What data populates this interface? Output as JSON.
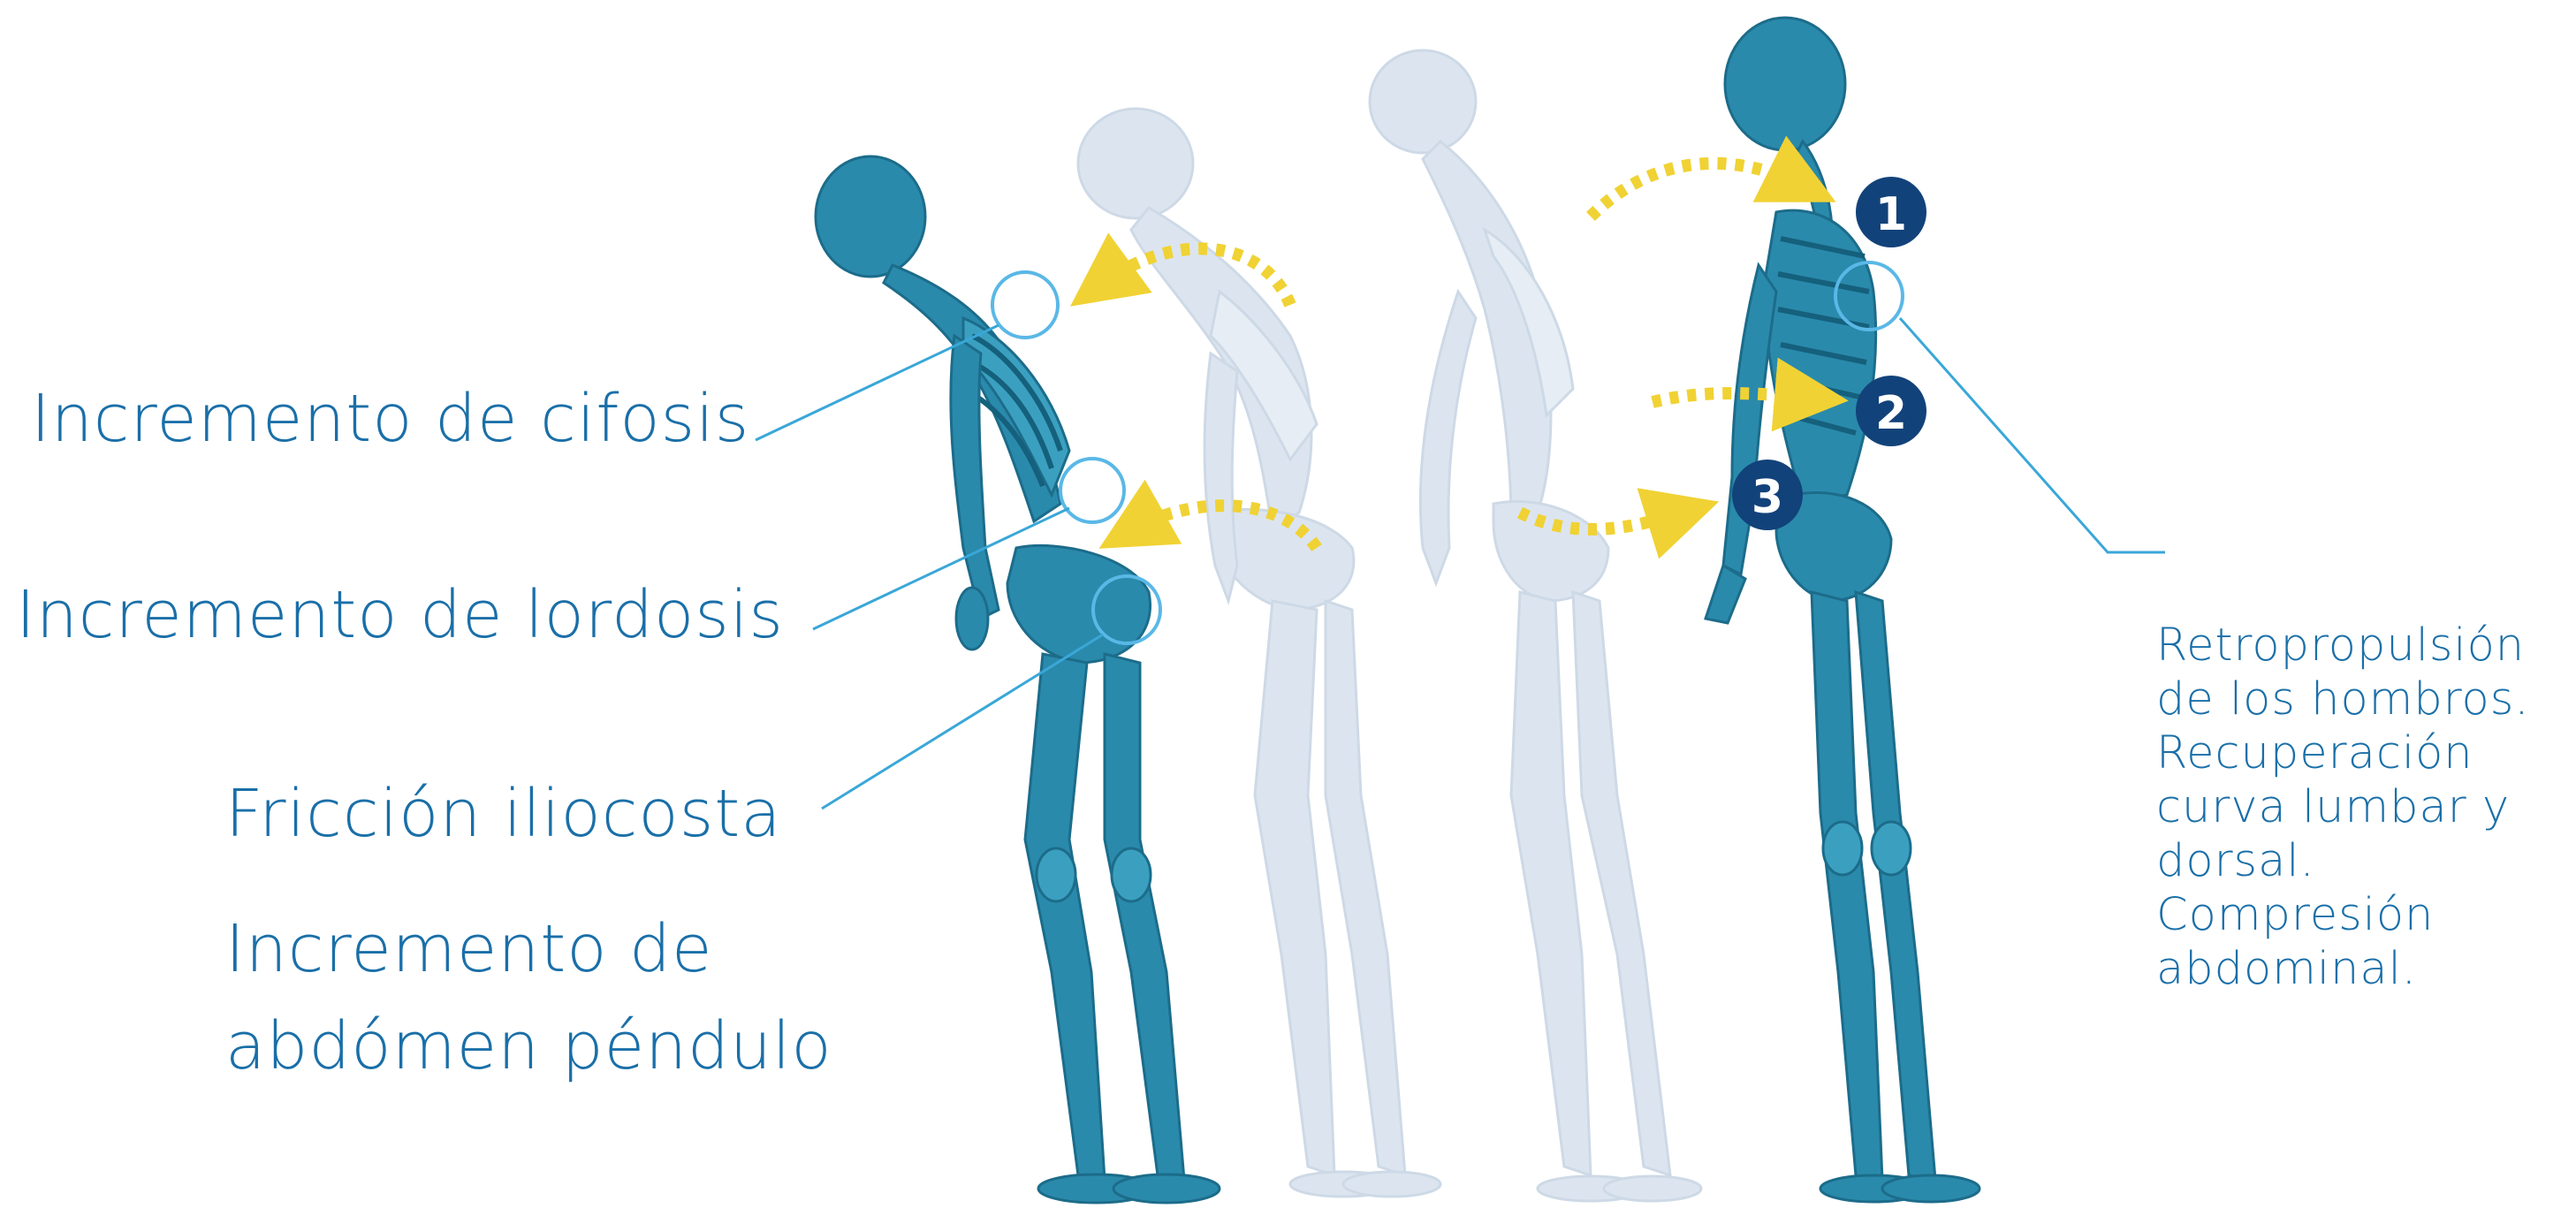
{
  "labels": {
    "cifosis": "Incremento de cifosis",
    "lordosis": "Incremento de lordosis",
    "friccion": "Fricción iliocosta",
    "abdomen_line1": "Incremento de",
    "abdomen_line2": "abdómen péndulo"
  },
  "right_text": [
    "Retropropulsión",
    "de los hombros.",
    "Recuperación",
    "curva lumbar y",
    "dorsal.",
    "Compresión",
    "abdominal."
  ],
  "badges": [
    "1",
    "2",
    "3"
  ],
  "colors": {
    "text": "#1a6fa8",
    "skeleton": "#2b8fae",
    "skeleton_faded": "#d9e3ee",
    "arrow": "#f0d234",
    "badge": "#12427a"
  }
}
